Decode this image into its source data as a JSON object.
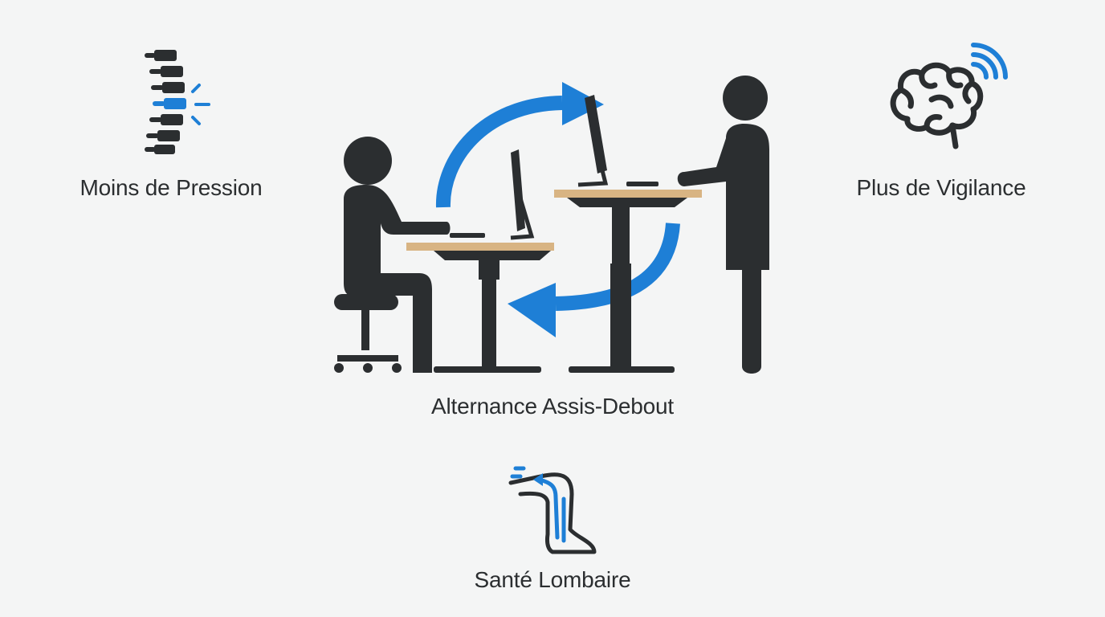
{
  "benefits": {
    "pressure_label": "Moins de Pression",
    "vigilance_label": "Plus de Vigilance",
    "lumbar_label": "Santé Lombaire"
  },
  "center": {
    "caption": "Alternance Assis-Debout"
  },
  "icons": {
    "spine": "spine-icon",
    "brain": "brain-icon",
    "leg": "leg-circulation-icon",
    "cycle": "cycle-arrows-icon",
    "sitting": "sitting-person-icon",
    "standing": "standing-person-icon"
  },
  "colors": {
    "accent": "#1e7fd6",
    "ink": "#2b2e30",
    "wood": "#d8b483",
    "background": "#f4f5f5"
  }
}
